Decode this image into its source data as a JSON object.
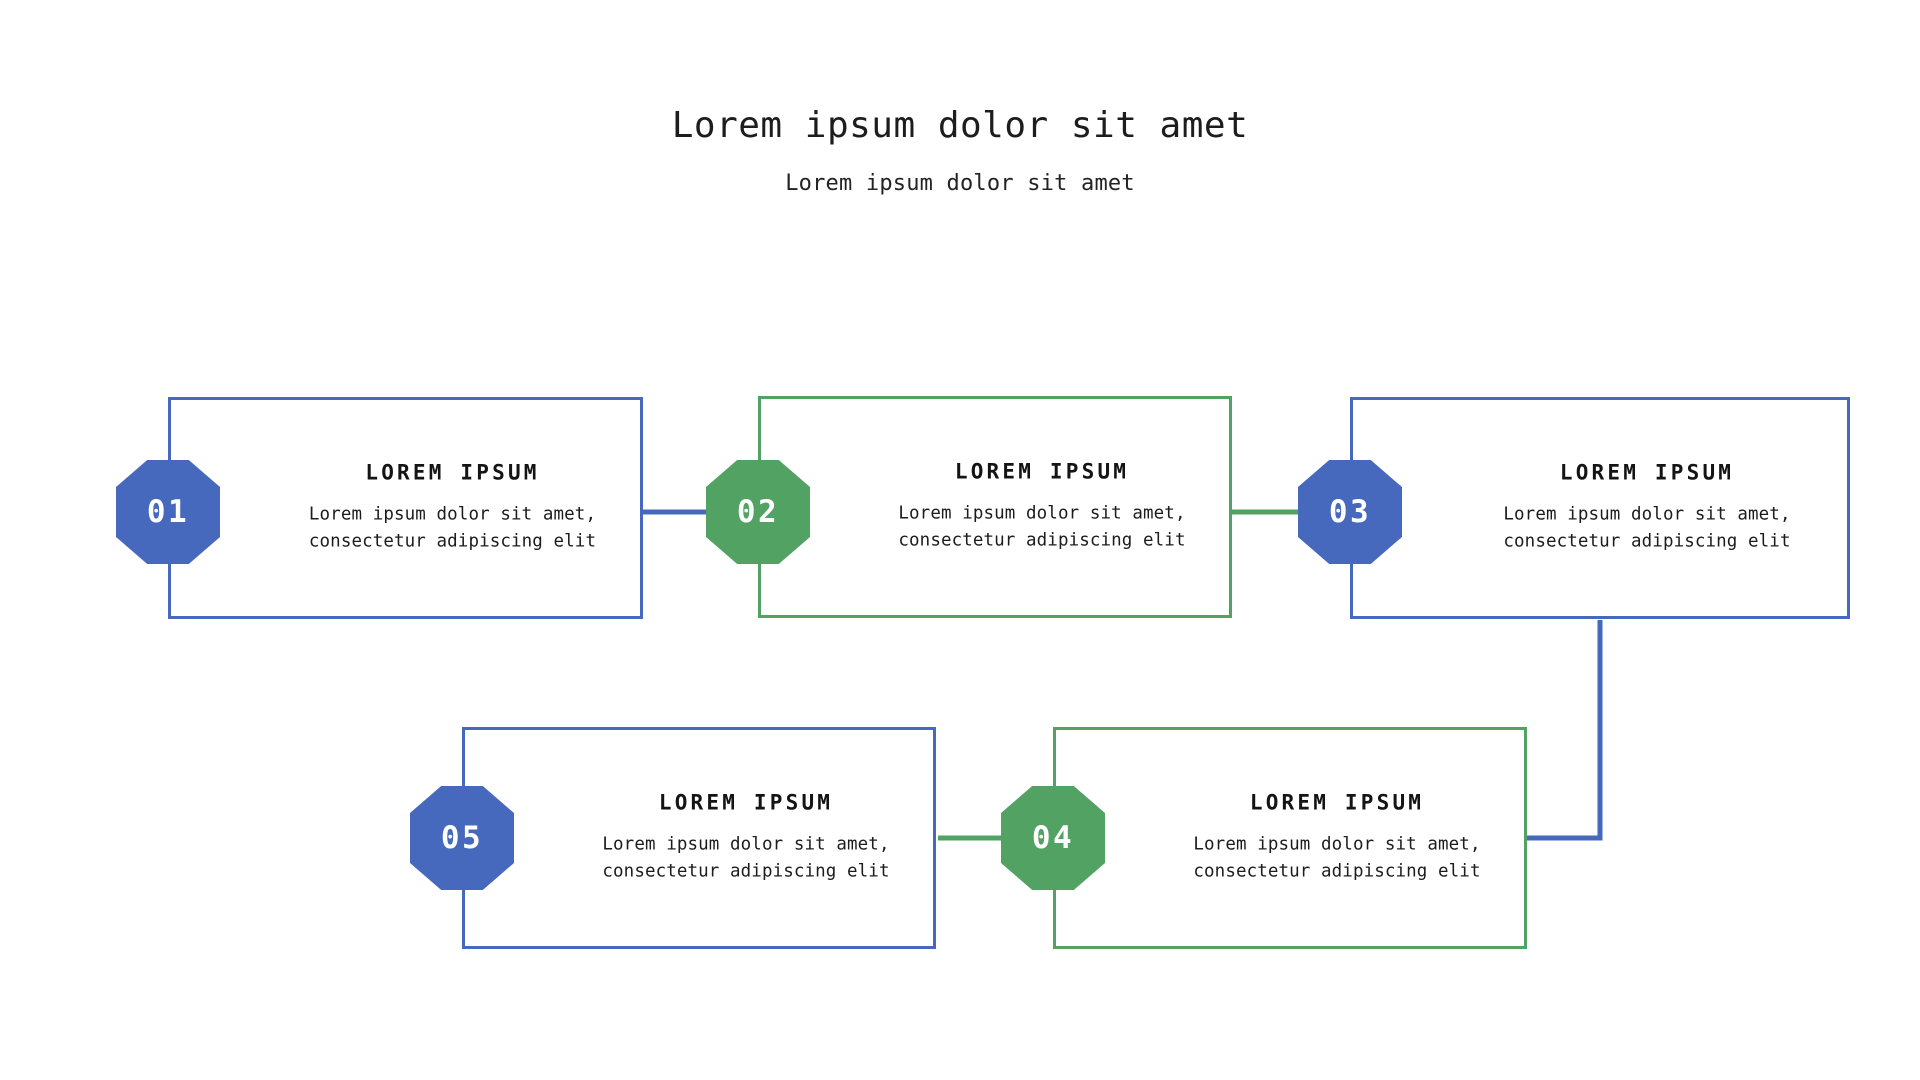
{
  "header": {
    "title": "Lorem ipsum dolor sit amet",
    "subtitle": "Lorem ipsum dolor sit amet"
  },
  "theme": {
    "blue": "#4769bd",
    "green": "#52a264",
    "background": "#ffffff",
    "text": "#1c1c1c"
  },
  "diagram": {
    "type": "process-flow",
    "step_count": 5,
    "flow_order": [
      "01",
      "02",
      "03",
      "04",
      "05"
    ],
    "steps": [
      {
        "number": "01",
        "color": "blue",
        "heading": "LOREM IPSUM",
        "body": "Lorem ipsum dolor sit amet, consectetur adipiscing elit"
      },
      {
        "number": "02",
        "color": "green",
        "heading": "LOREM IPSUM",
        "body": "Lorem ipsum dolor sit amet, consectetur adipiscing elit"
      },
      {
        "number": "03",
        "color": "blue",
        "heading": "LOREM IPSUM",
        "body": "Lorem ipsum dolor sit amet, consectetur adipiscing elit"
      },
      {
        "number": "04",
        "color": "green",
        "heading": "LOREM IPSUM",
        "body": "Lorem ipsum dolor sit amet, consectetur adipiscing elit"
      },
      {
        "number": "05",
        "color": "blue",
        "heading": "LOREM IPSUM",
        "body": "Lorem ipsum dolor sit amet, consectetur adipiscing elit"
      }
    ],
    "connectors": [
      {
        "from": "01",
        "to": "02",
        "color": "blue"
      },
      {
        "from": "02",
        "to": "03",
        "color": "green"
      },
      {
        "from": "03",
        "to": "04",
        "color": "blue"
      },
      {
        "from": "04",
        "to": "05",
        "color": "green"
      }
    ]
  }
}
